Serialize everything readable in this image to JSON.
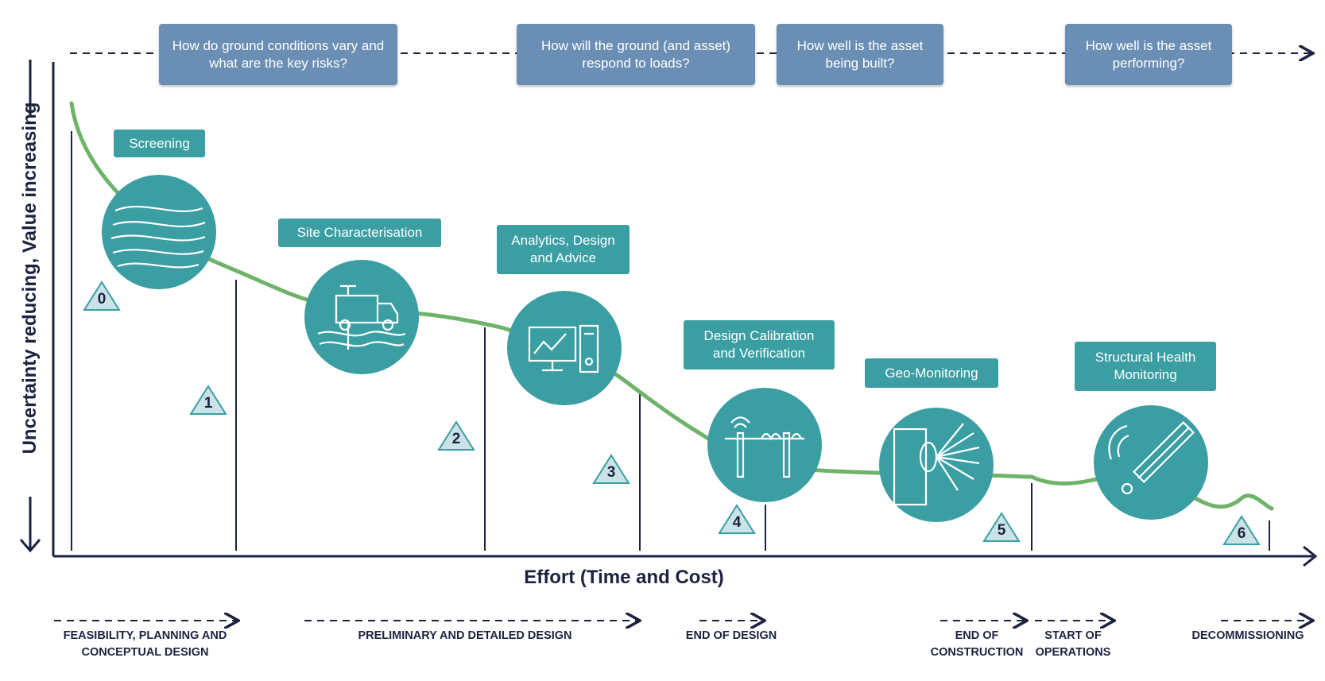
{
  "colors": {
    "navy": "#1b2340",
    "teal": "#3a9ea3",
    "curve_green": "#6fb36a",
    "question_box": "#6b8fb4",
    "triangle_fill": "#c9e3e6"
  },
  "axes": {
    "y_label": "Uncertainty reducing, Value increasing",
    "x_label": "Effort (Time and Cost)"
  },
  "questions": [
    "How do ground conditions vary and what are the key risks?",
    "How will the ground (and asset) respond to loads?",
    "How well is the asset being built?",
    "How well is the asset performing?"
  ],
  "stages": [
    {
      "number": "0",
      "label": "Screening",
      "icon": "wavy-strata-icon"
    },
    {
      "number": "1",
      "label": "Site Characterisation",
      "icon": "drilling-truck-icon"
    },
    {
      "number": "2",
      "label": "Analytics, Design and Advice",
      "icon": "computer-chart-icon"
    },
    {
      "number": "3",
      "label": "Design Calibration and Verification",
      "icon": "ground-sensor-icon"
    },
    {
      "number": "4",
      "label": "Geo-Monitoring",
      "icon": "tunnel-scan-icon"
    },
    {
      "number": "5",
      "label": "Structural Health Monitoring",
      "icon": "sensor-device-icon"
    },
    {
      "number": "6"
    }
  ],
  "phases": [
    "FEASIBILITY, PLANNING AND CONCEPTUAL DESIGN",
    "PRELIMINARY AND DETAILED DESIGN",
    "END OF DESIGN",
    "END OF CONSTRUCTION",
    "START OF OPERATIONS",
    "DECOMMISSIONING"
  ]
}
